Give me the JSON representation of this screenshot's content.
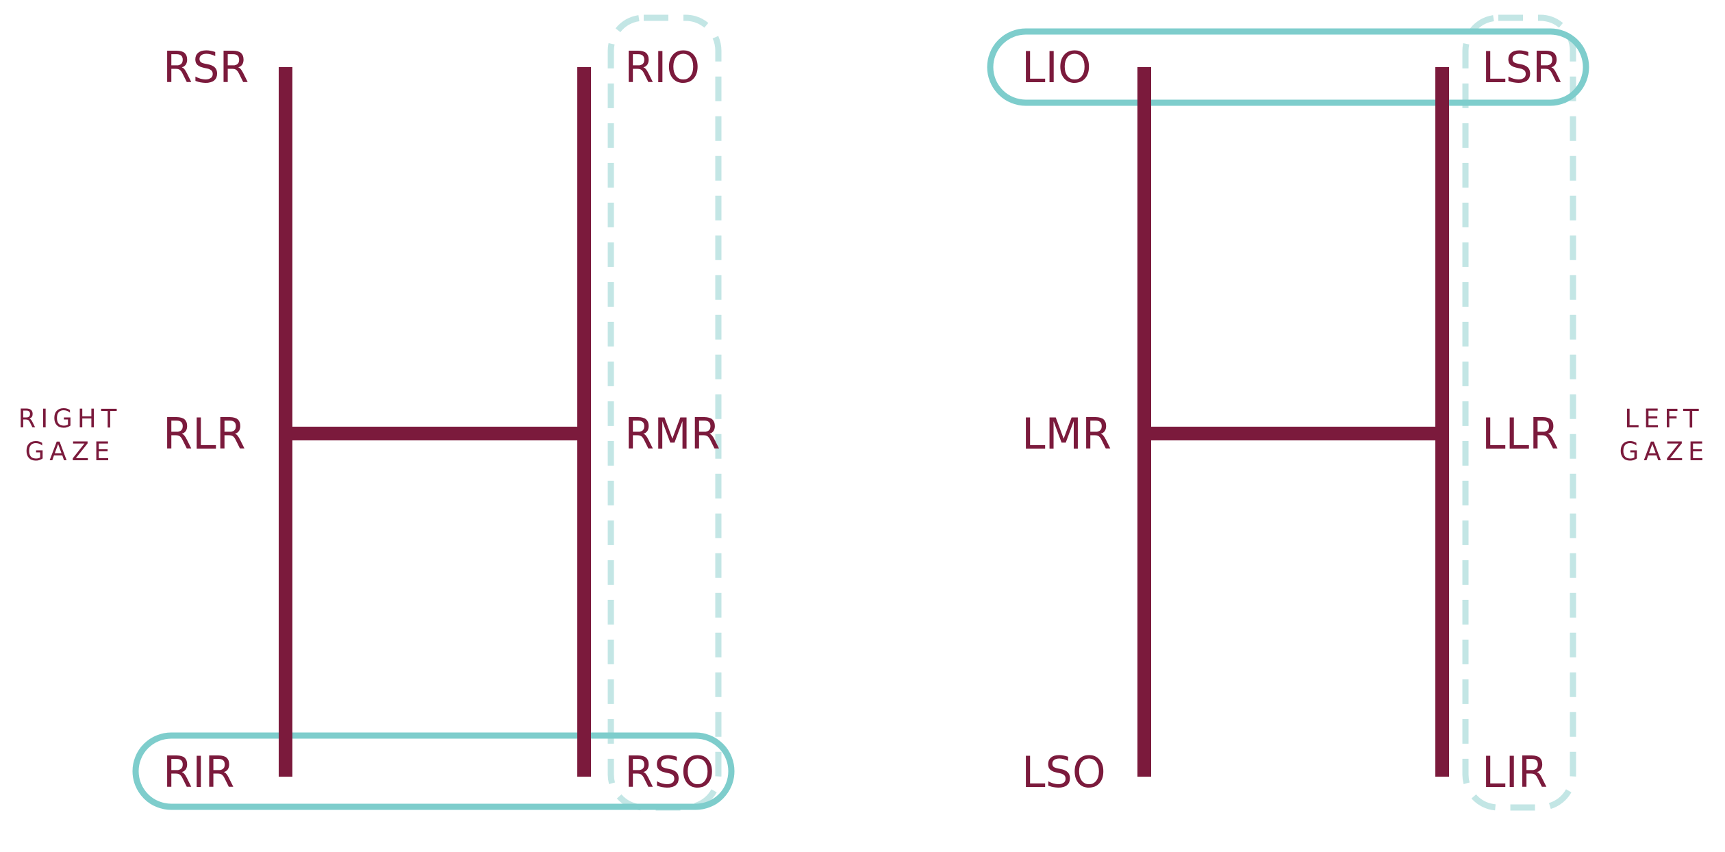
{
  "colors": {
    "bar": "#7b1a3c",
    "text": "#7b1a3c",
    "highlight_solid": "#7ecdcc",
    "highlight_dashed": "#c3e6e5",
    "background": "#ffffff"
  },
  "right_eye": {
    "gaze_label_line1": "RIGHT",
    "gaze_label_line2": "GAZE",
    "muscles": {
      "top_left": "RSR",
      "top_right": "RIO",
      "middle_left": "RLR",
      "middle_right": "RMR",
      "bottom_left": "RIR",
      "bottom_right": "RSO"
    }
  },
  "left_eye": {
    "gaze_label_line1": "LEFT",
    "gaze_label_line2": "GAZE",
    "muscles": {
      "top_left": "LIO",
      "top_right": "LSR",
      "middle_left": "LMR",
      "middle_right": "LLR",
      "bottom_left": "LSO",
      "bottom_right": "LIR"
    }
  }
}
